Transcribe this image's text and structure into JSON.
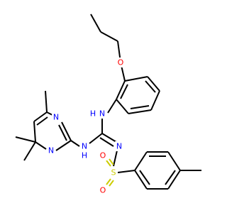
{
  "colors": {
    "bond": "#000000",
    "N": "#0000ff",
    "O": "#ff0000",
    "S": "#cccc00"
  },
  "molecule": {
    "atoms": [
      {
        "id": "n_py1",
        "label": "N",
        "element": "N"
      },
      {
        "id": "n_py3",
        "label": "N",
        "element": "N"
      },
      {
        "id": "n_amine",
        "label": "N",
        "element": "N"
      },
      {
        "id": "n_bridge",
        "label": "N",
        "element": "N"
      },
      {
        "id": "n_imine",
        "label": "N",
        "element": "N"
      },
      {
        "id": "h_amine",
        "label": "H",
        "element": "N"
      },
      {
        "id": "h_bridge",
        "label": "H",
        "element": "N"
      },
      {
        "id": "o_ether",
        "label": "O",
        "element": "O"
      },
      {
        "id": "s_sulfonyl",
        "label": "S",
        "element": "S"
      },
      {
        "id": "o_sulfonyl_1",
        "label": "O",
        "element": "O"
      },
      {
        "id": "o_sulfonyl_2",
        "label": "O",
        "element": "O"
      }
    ]
  }
}
